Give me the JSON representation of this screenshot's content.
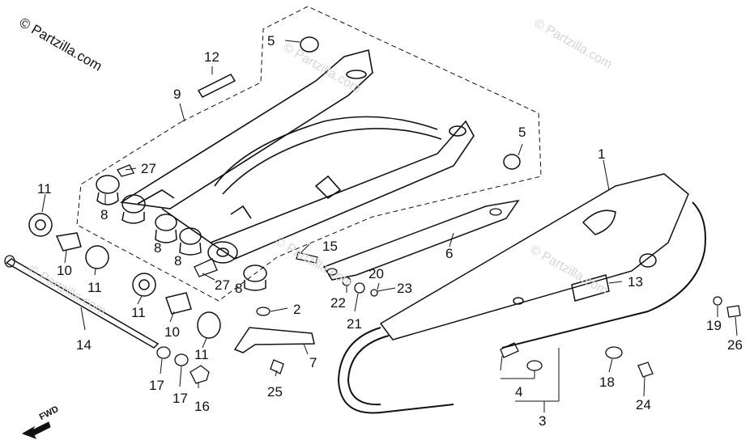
{
  "watermark": "© Partzilla.com",
  "faint_watermark": "© Partzilla.com",
  "fwd_label": "FWD",
  "callouts": {
    "c1": "1",
    "c2": "2",
    "c3": "3",
    "c4": "4",
    "c5a": "5",
    "c5b": "5",
    "c6": "6",
    "c7": "7",
    "c8a": "8",
    "c8b": "8",
    "c8c": "8",
    "c8d": "8",
    "c9": "9",
    "c10a": "10",
    "c10b": "10",
    "c11a": "11",
    "c11b": "11",
    "c11c": "11",
    "c11d": "11",
    "c12": "12",
    "c13": "13",
    "c14": "14",
    "c15": "15",
    "c16": "16",
    "c17a": "17",
    "c17b": "17",
    "c18": "18",
    "c19": "19",
    "c20": "20",
    "c21": "21",
    "c22": "22",
    "c23": "23",
    "c24": "24",
    "c25": "25",
    "c26": "26",
    "c27a": "27",
    "c27b": "27"
  },
  "colors": {
    "ink": "#111111",
    "paper": "#ffffff",
    "watermark_faint": "#d6d6d6"
  }
}
